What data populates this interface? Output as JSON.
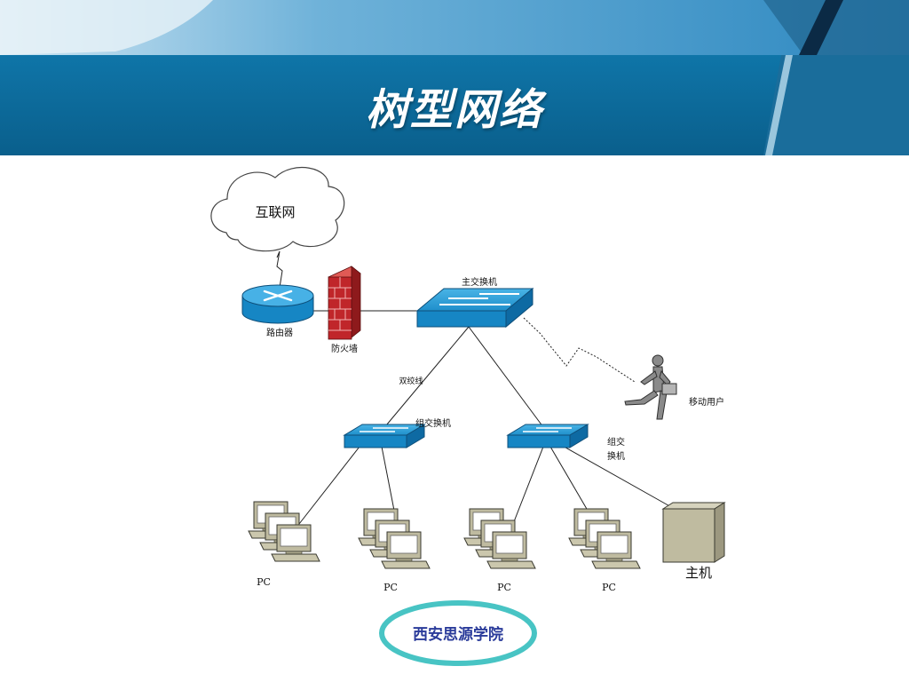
{
  "slide": {
    "title": "树型网络"
  },
  "diagram": {
    "internet": "互联网",
    "router": "路由器",
    "firewall": "防火墙",
    "main_switch": "主交换机",
    "trunk": "双绞线",
    "group_switch_left": "组交换机",
    "group_switch_right_line1": "组交",
    "group_switch_right_line2": "换机",
    "mobile_user": "移动用户",
    "host": "主机",
    "pc_labels": [
      "PC",
      "PC",
      "PC",
      "PC"
    ]
  },
  "logo": {
    "text": "西安思源学院"
  },
  "colors": {
    "banner": "#0d6a9a",
    "accent": "#48c4c4",
    "switch": "#1a90cc",
    "firewall": "#c0262a"
  }
}
